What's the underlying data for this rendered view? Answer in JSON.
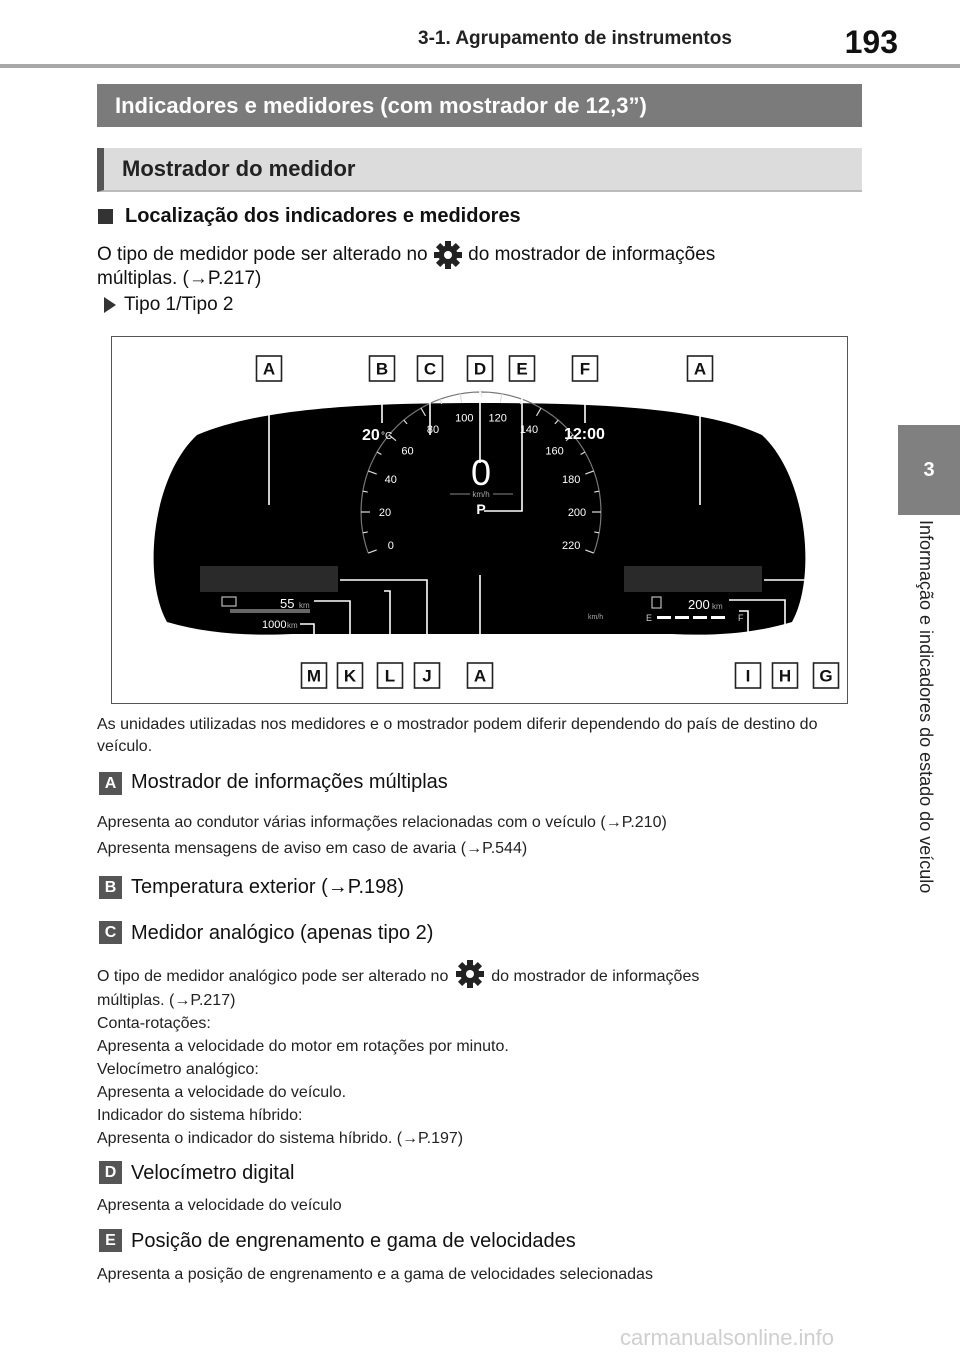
{
  "header": {
    "section": "3-1. Agrupamento de instrumentos",
    "page_number": "193"
  },
  "side_tab": {
    "chapter_number": "3",
    "chapter_title": "Informação e indicadores do estado do veículo"
  },
  "title_bar": "Indicadores e medidores (com mostrador de 12,3”)",
  "subtitle_bar": "Mostrador do medidor",
  "section_heading": "Localização dos indicadores e medidores",
  "intro": {
    "before_icon": "O tipo de medidor pode ser alterado no",
    "after_icon": "do mostrador de informações",
    "line2": "múltiplas. (→P.217)"
  },
  "variant": "Tipo 1/Tipo 2",
  "figure": {
    "callouts_top": [
      "A",
      "B",
      "C",
      "D",
      "E",
      "F",
      "A"
    ],
    "callouts_bottom": [
      "M",
      "K",
      "L",
      "J",
      "A",
      "I",
      "H",
      "G"
    ],
    "temperature": "20",
    "temperature_unit": "°C",
    "clock": "12:00",
    "digital_speed": "0",
    "speed_unit": "km/h",
    "gear": "P",
    "speed_ticks": [
      "0",
      "20",
      "40",
      "60",
      "80",
      "100",
      "120",
      "140",
      "160",
      "180",
      "200",
      "220"
    ],
    "speed_scale_unit": "km/h",
    "trip_a": "55",
    "trip_unit": "km",
    "odometer": "1000",
    "odometer_unit": "km",
    "range": "200",
    "range_unit": "km",
    "fuel_empty": "E",
    "fuel_full": "F"
  },
  "note": "As unidades utilizadas nos medidores e o mostrador podem diferir dependendo do país de destino do veículo.",
  "items": [
    {
      "label": "A",
      "title": "Mostrador de informações múltiplas",
      "desc": [
        "Apresenta ao condutor várias informações relacionadas com o veículo (→P.210)",
        "Apresenta mensagens de aviso em caso de avaria (→P.544)"
      ]
    },
    {
      "label": "B",
      "title": "Temperatura exterior (→P.198)"
    },
    {
      "label": "C",
      "title": "Medidor analógico (apenas tipo 2)",
      "desc_first_before": "O tipo de medidor analógico pode ser alterado no",
      "desc_first_after": "do mostrador de informações",
      "desc_lines": [
        "múltiplas. (→P.217)",
        "Conta-rotações:",
        "Apresenta a velocidade do motor em rotações por minuto.",
        "Velocímetro analógico:",
        "Apresenta a velocidade do veículo.",
        "Indicador do sistema híbrido:",
        "Apresenta o indicador do sistema híbrido. (→P.197)"
      ]
    },
    {
      "label": "D",
      "title": "Velocímetro digital",
      "desc": [
        "Apresenta a velocidade do veículo"
      ]
    },
    {
      "label": "E",
      "title": "Posição de engrenamento e gama de velocidades",
      "desc": [
        "Apresenta a posição de engrenamento e a gama de velocidades selecionadas"
      ]
    }
  ],
  "watermark": "carmanualsonline.info"
}
